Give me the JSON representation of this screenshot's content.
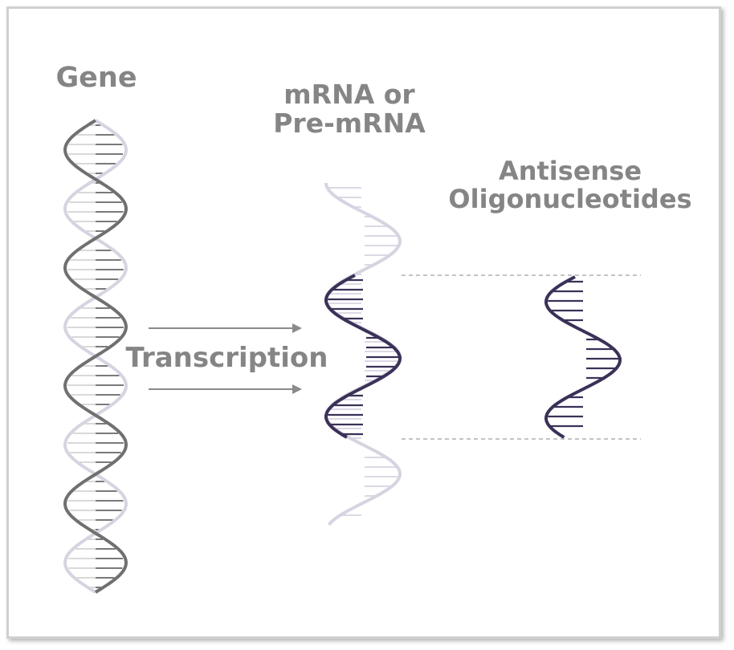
{
  "labels": {
    "gene": "Gene",
    "mrna_line1": "mRNA or",
    "mrna_line2": "Pre-mRNA",
    "aso_line1": "Antisense",
    "aso_line2": "Oligonucleotides",
    "transcription": "Transcription"
  },
  "colors": {
    "dark_strand": "#707070",
    "light_strand": "#d8d3e0",
    "aso_strand": "#3b3158",
    "arrow": "#8a8a8a",
    "guide_line": "#a0a0a0",
    "label_text": "#858585"
  }
}
